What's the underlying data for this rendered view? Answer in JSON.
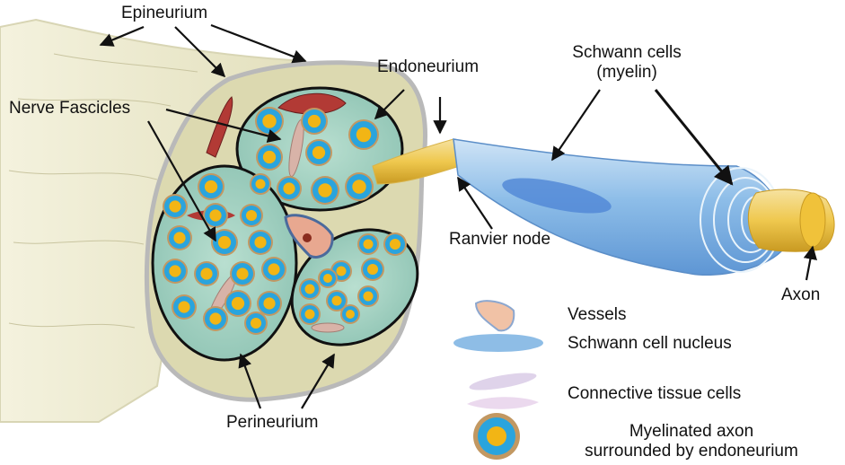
{
  "labels": {
    "epineurium": "Epineurium",
    "nerve_fascicles": "Nerve Fascicles",
    "endoneurium": "Endoneurium",
    "schwann_cells_line1": "Schwann cells",
    "schwann_cells_line2": "(myelin)",
    "ranvier_node": "Ranvier node",
    "axon": "Axon",
    "perineurium": "Perineurium"
  },
  "legend": [
    {
      "key": "vessels",
      "label": "Vessels"
    },
    {
      "key": "schwann-cell-nucleus",
      "label": "Schwann cell nucleus"
    },
    {
      "key": "connective-tissue-cells",
      "label": "Connective tissue cells"
    },
    {
      "key": "myelinated-axon",
      "label_line1": "Myelinated axon",
      "label_line2": "surrounded by endoneurium"
    }
  ],
  "colors": {
    "epineurium": "#dcd9b0",
    "fascicle_fill": "#9fcfc0",
    "myelin_blue": "#2aa4dd",
    "axon_yellow": "#f2b515",
    "nerve_sheath": "#eceacd",
    "schwann_blue": "#7ab2e2"
  }
}
